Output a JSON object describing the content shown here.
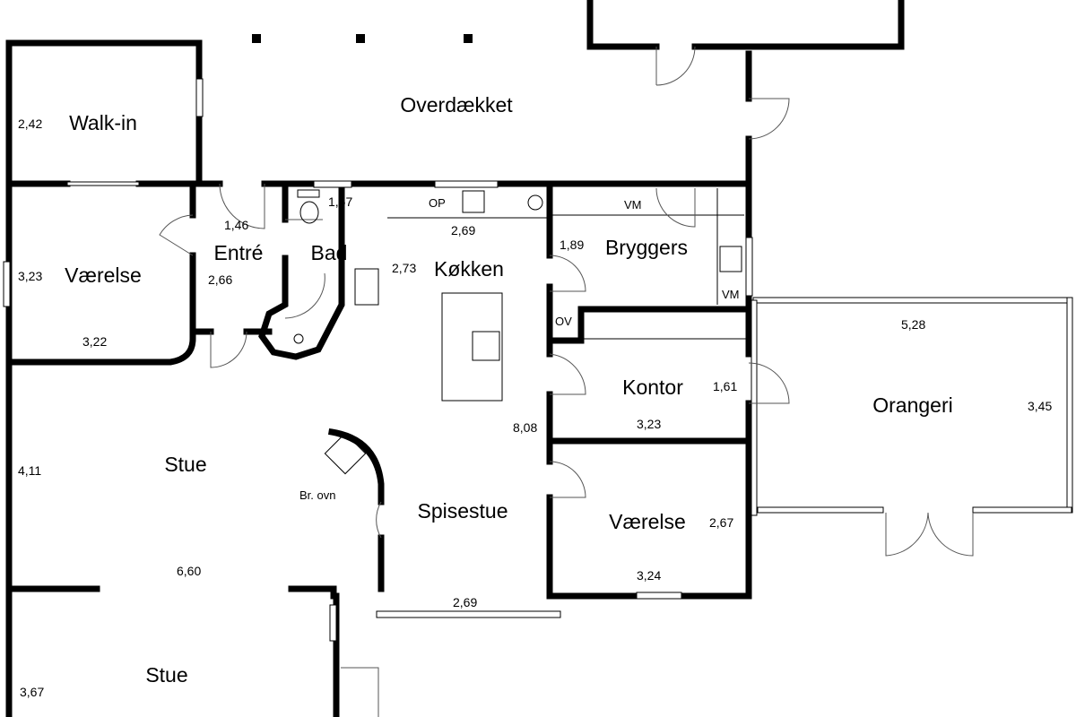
{
  "rooms": {
    "overdaekket": "Overdækket",
    "walkin": "Walk-in",
    "vaerelse1": "Værelse",
    "entre": "Entré",
    "bad": "Bad",
    "kokken": "Køkken",
    "bryggers": "Bryggers",
    "kontor": "Kontor",
    "orangeri": "Orangeri",
    "stue1": "Stue",
    "spisestue": "Spisestue",
    "vaerelse2": "Værelse",
    "stue2": "Stue"
  },
  "dimensions": {
    "walkin_h": "2,42",
    "vaerelse1_h": "3,23",
    "vaerelse1_w": "3,22",
    "entre_w": "1,46",
    "entre_h": "2,66",
    "bad_w": "1,67",
    "kokken_w": "2,69",
    "kokken_h": "2,73",
    "bryggers_h": "1,89",
    "kontor_h": "1,61",
    "kontor_w": "3,23",
    "orangeri_w": "5,28",
    "orangeri_h": "3,45",
    "stue1_h": "4,11",
    "stue1_w": "6,60",
    "spisestue_h": "8,08",
    "spisestue_w": "2,69",
    "vaerelse2_h": "2,67",
    "vaerelse2_w": "3,24",
    "stue2_h": "3,67"
  },
  "fixtures": {
    "op": "OP",
    "vm1": "VM",
    "vm2": "VM",
    "ov": "OV",
    "fireplace": "Br. ovn"
  }
}
